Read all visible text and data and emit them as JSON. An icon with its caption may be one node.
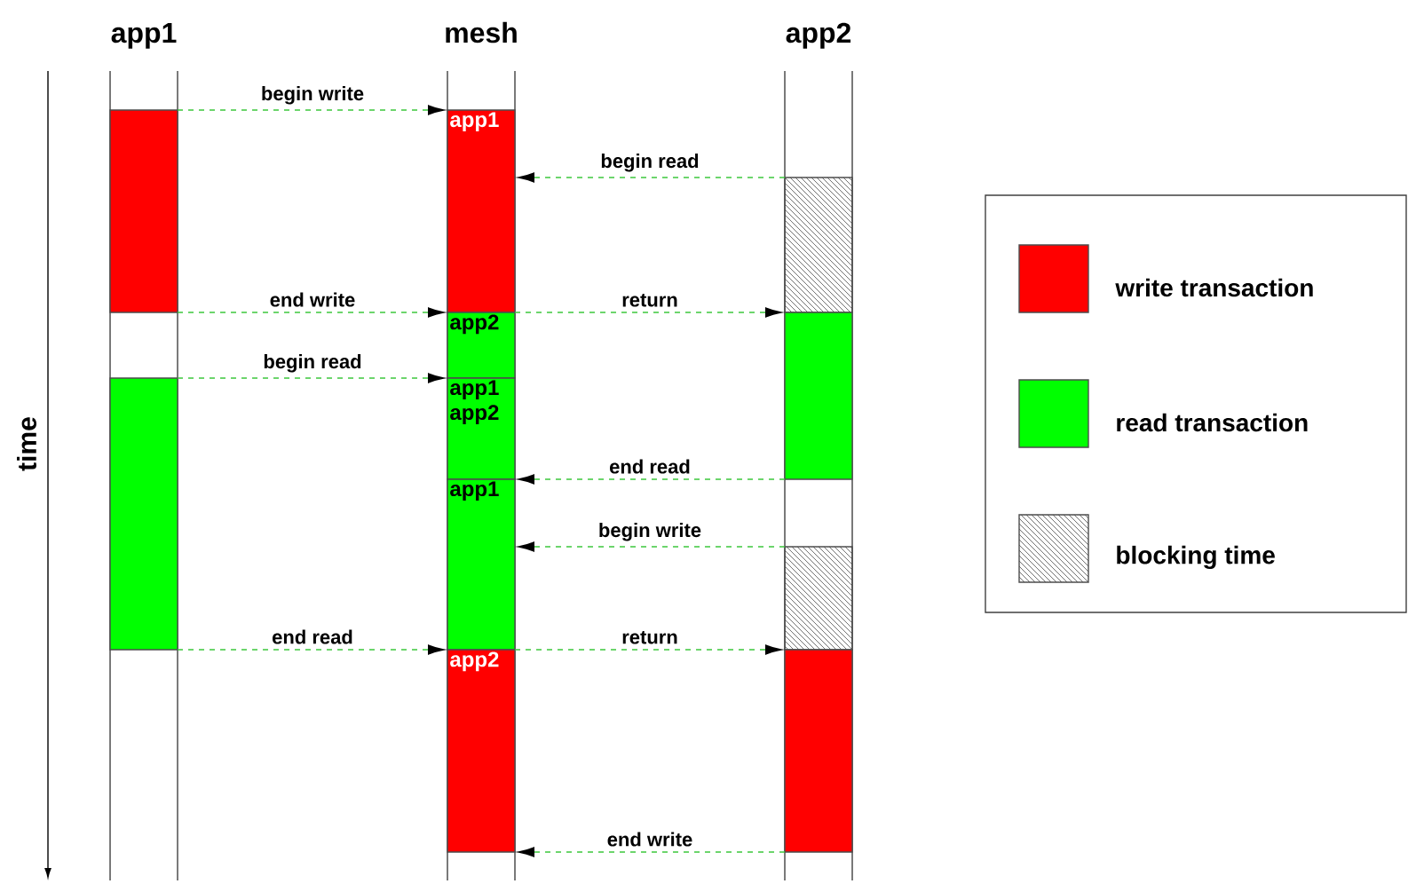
{
  "diagram": {
    "nodes": [
      {
        "text": [],
        "shape": "box"
      },
      {
        "text": [],
        "shape": "box"
      },
      {
        "text": [
          "app1"
        ]
      },
      {
        "text": [
          "app2"
        ]
      },
      {
        "text": [
          "app1",
          "app2"
        ]
      },
      {
        "text": [
          "app1"
        ]
      },
      {
        "text": [
          "app2"
        ]
      },
      {
        "text": [],
        "shape": "box"
      },
      {
        "text": [],
        "shape": "box"
      },
      {
        "text": [],
        "shape": "box"
      },
      {
        "text": [],
        "shape": "box"
      }
    ],
    "edges": [
      {
        "from": 0,
        "to": 2,
        "arrow": "to",
        "label": "begin write"
      },
      {
        "from": 7,
        "to": 2,
        "arrow": "to",
        "label": "begin read"
      },
      {
        "from": 0,
        "to": 2,
        "arrow": "to",
        "label": "end write"
      },
      {
        "from": 3,
        "to": 8,
        "arrow": "to",
        "label": "return"
      },
      {
        "from": 1,
        "to": 4,
        "arrow": "to",
        "label": "begin read"
      },
      {
        "from": 8,
        "to": 5,
        "arrow": "to",
        "label": "end read"
      },
      {
        "from": 9,
        "to": 5,
        "arrow": "to",
        "label": "begin write"
      },
      {
        "from": 1,
        "to": 6,
        "arrow": "to",
        "label": "end read"
      },
      {
        "from": 5,
        "to": 10,
        "arrow": "to",
        "label": "return"
      },
      {
        "from": 10,
        "to": 6,
        "arrow": "to",
        "label": "end write"
      }
    ],
    "labels": [
      "app1",
      "mesh",
      "app2",
      "time"
    ],
    "legend": [
      {
        "text": "write transaction",
        "color": "#ff0000"
      },
      {
        "text": "read transaction",
        "color": "#00ff00"
      },
      {
        "text": "blocking time"
      }
    ]
  }
}
